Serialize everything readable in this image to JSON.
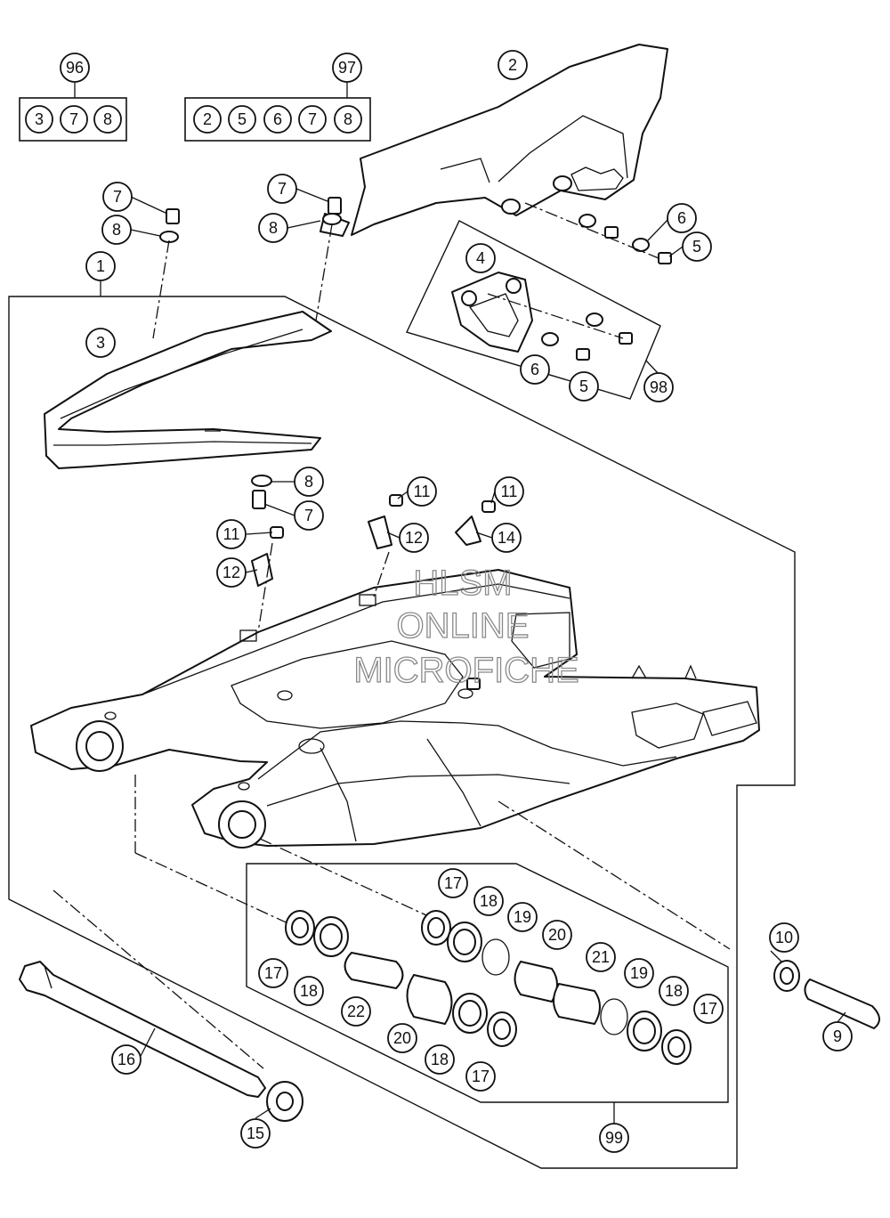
{
  "callouts": {
    "c96": "96",
    "c97": "97",
    "c2": "2",
    "c1": "1",
    "c3": "3",
    "c7a": "7",
    "c8a": "8",
    "c7b": "7",
    "c8b": "8",
    "c6a": "6",
    "c5a": "5",
    "c4": "4",
    "c6b": "6",
    "c5b": "5",
    "c98": "98",
    "c8c": "8",
    "c7c": "7",
    "c11a": "11",
    "c12a": "12",
    "c11b": "11",
    "c12b": "12",
    "c11c": "11",
    "c14": "14",
    "c17a": "17",
    "c18a": "18",
    "c19a": "19",
    "c20a": "20",
    "c21": "21",
    "c19b": "19",
    "c18b": "18",
    "c17b": "17",
    "c17c": "17",
    "c18c": "18",
    "c22": "22",
    "c20b": "20",
    "c18d": "18",
    "c17d": "17",
    "c10": "10",
    "c9": "9",
    "c16": "16",
    "c15": "15",
    "c99": "99"
  },
  "kits": {
    "k96": [
      "3",
      "7",
      "8"
    ],
    "k97": [
      "2",
      "5",
      "6",
      "7",
      "8"
    ]
  },
  "watermark": [
    "HLSM",
    "ONLINE",
    "MICROFICHE"
  ],
  "icons": [
    "swingarm-drawing",
    "chain-guard-drawing",
    "chain-slider-drawing",
    "axle-drawing",
    "bearing-drawing"
  ]
}
